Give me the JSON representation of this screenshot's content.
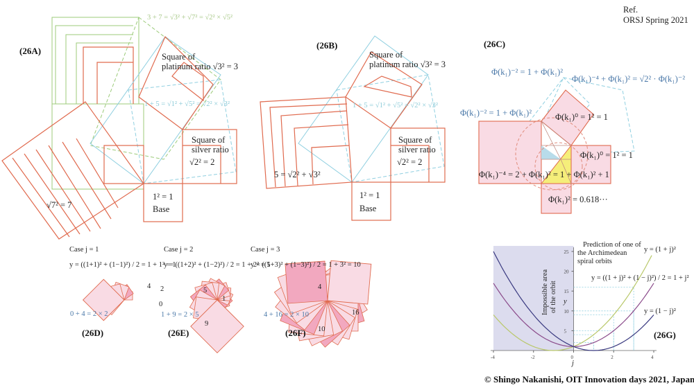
{
  "ref": {
    "line1": "Ref.",
    "line2": "ORSJ Spring  2021"
  },
  "copyright": "© Shingo Nakanishi, OIT Innovation  days 2021, Japan",
  "colors": {
    "red": "#e06a4e",
    "pink": "#f9dbe4",
    "green": "#9ccb7a",
    "cyan": "#8fcfe0",
    "blue": "#4a78a8",
    "yellow": "#f5ee7a",
    "shade": "#dcdcee"
  },
  "panelA": {
    "label": "(26A)",
    "eq_green": "3 + 7 = √3² + √7² = √2² × √5²",
    "eq_cyan": "1 + 5 = √1² + √5² = √2² × √3²",
    "platinum_1": "Square of",
    "platinum_2": "platinum ratio  √3² = 3",
    "silver_1": "Square of",
    "silver_2": "silver ratio",
    "silver_3": "√2² = 2",
    "base_1": "1² = 1",
    "base_2": "Base",
    "seven": "√7² = 7"
  },
  "panelB": {
    "label": "(26B)",
    "eq_cyan": "1 + 5 = √1² + √5² = √2² × √3²",
    "platinum_1": "Square of",
    "platinum_2": "platinum ratio  √3² = 3",
    "silver_1": "Square of",
    "silver_2": "silver ratio",
    "silver_3": "√2² = 2",
    "base_1": "1² = 1",
    "base_2": "Base",
    "five": "5 = √2² + √3²"
  },
  "panelC": {
    "label": "(26C)",
    "eq_top1": "Φ(k₁)⁻² = 1 + Φ(k₁)²",
    "eq_top2": "Φ(k₁)⁻⁴ + Φ(k₁)² = √2² · Φ(k₁)⁻²",
    "eq_left": "Φ(k₁)⁻² = 1 + Φ(k₁)²",
    "eq_sq1": "Φ(k₁)⁰ = 1² = 1",
    "eq_sq2": "Φ(k₁)⁰ = 1² = 1",
    "eq_main": "Φ(k₁)⁻⁴ = 2 + Φ(k₁)² = 1 + Φ(k₁)² + 1",
    "eq_bottom": "Φ(k₁)² = 0.618···"
  },
  "panelD": {
    "label": "(26D)",
    "case": "Case j = 1",
    "formula": "y = ((1+1)² + (1−1)²) / 2 = 1 + 1² = 1",
    "sum": "0 + 4 = 2 × 2",
    "n1": "4",
    "n2": "2",
    "n3": "0"
  },
  "panelE": {
    "label": "(26E)",
    "case": "Case j = 2",
    "formula": "y = ((1+2)² + (1−2)²) / 2 = 1 + 2² = 5",
    "sum": "1 + 9 = 2 × 5",
    "n1": "5",
    "n2": "1",
    "n3": "9"
  },
  "panelF": {
    "label": "(26F)",
    "case": "Case j = 3",
    "formula": "y = ((1+3)² + (1−3)²) / 2 = 1 + 3² = 10",
    "sum": "4 + 16 = 2 × 10",
    "n1": "4",
    "n2": "16",
    "n3": "10"
  },
  "chart_data": {
    "type": "line",
    "label": "(26G)",
    "xlabel": "j",
    "ylabel": "y",
    "xlim": [
      -4,
      4
    ],
    "ylim": [
      0,
      25
    ],
    "xticks": [
      "-4",
      "-2",
      "0",
      "2",
      "4"
    ],
    "yticks": [
      "5",
      "10",
      "15",
      "20",
      "25"
    ],
    "shaded_region": {
      "from": -4,
      "to": 0,
      "label1": "Impossible area",
      "label2": "of the orbit"
    },
    "annotation": {
      "line1": "Prediction of one of",
      "line2": "the Archimedean",
      "line3": "spiral orbits"
    },
    "series": [
      {
        "name": "y = (1 + j)²",
        "color": "#b9c86a",
        "formula": "plus"
      },
      {
        "name": "y = ((1 + j)² + (1 − j)²) / 2 = 1 + j²",
        "color": "#8a4a8a",
        "formula": "mean"
      },
      {
        "name": "y = (1 − j)²",
        "color": "#3a3a80",
        "formula": "minus"
      }
    ],
    "guides": [
      {
        "j": 1,
        "y": 4
      },
      {
        "j": 2,
        "y": 9
      },
      {
        "j": 3,
        "y": 16
      },
      {
        "j": 1,
        "y": 2
      },
      {
        "j": 2,
        "y": 5
      },
      {
        "j": 3,
        "y": 10
      }
    ]
  }
}
